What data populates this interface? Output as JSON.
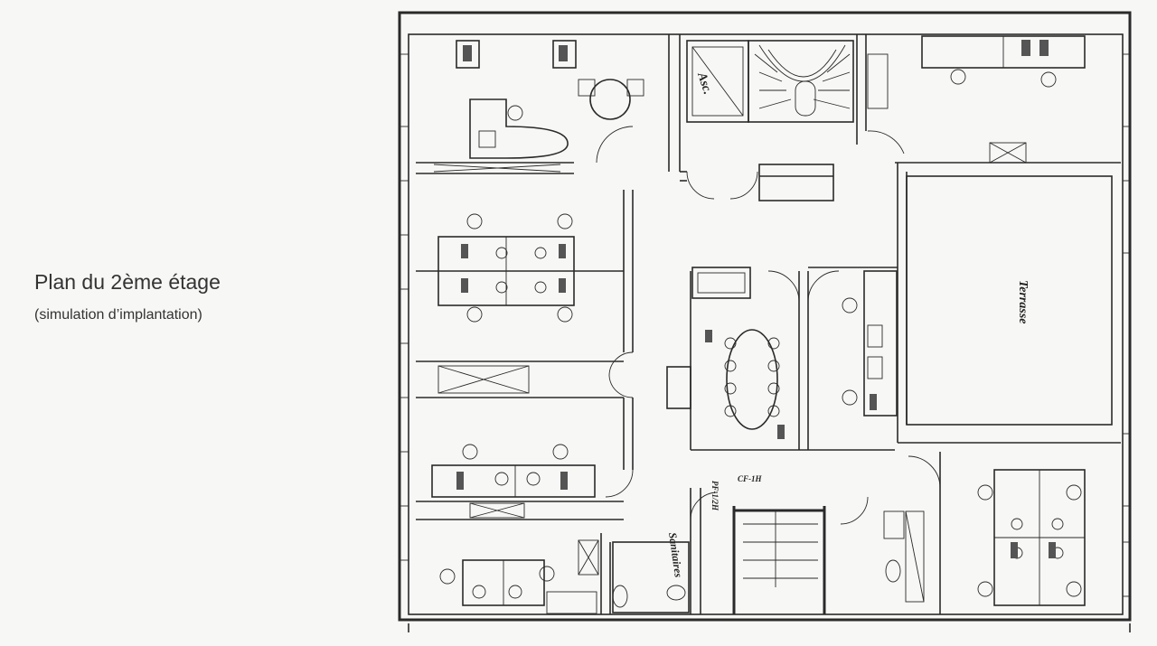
{
  "caption": {
    "title": "Plan du 2ème étage",
    "subtitle": "(simulation d’implantation)"
  },
  "plan_labels": {
    "elevator": "Asc.",
    "terrace": "Terrasse",
    "toilets": "Sanitaires",
    "fire_door_1": "PF-1/2H",
    "fire_door_2": "CF-1H"
  }
}
